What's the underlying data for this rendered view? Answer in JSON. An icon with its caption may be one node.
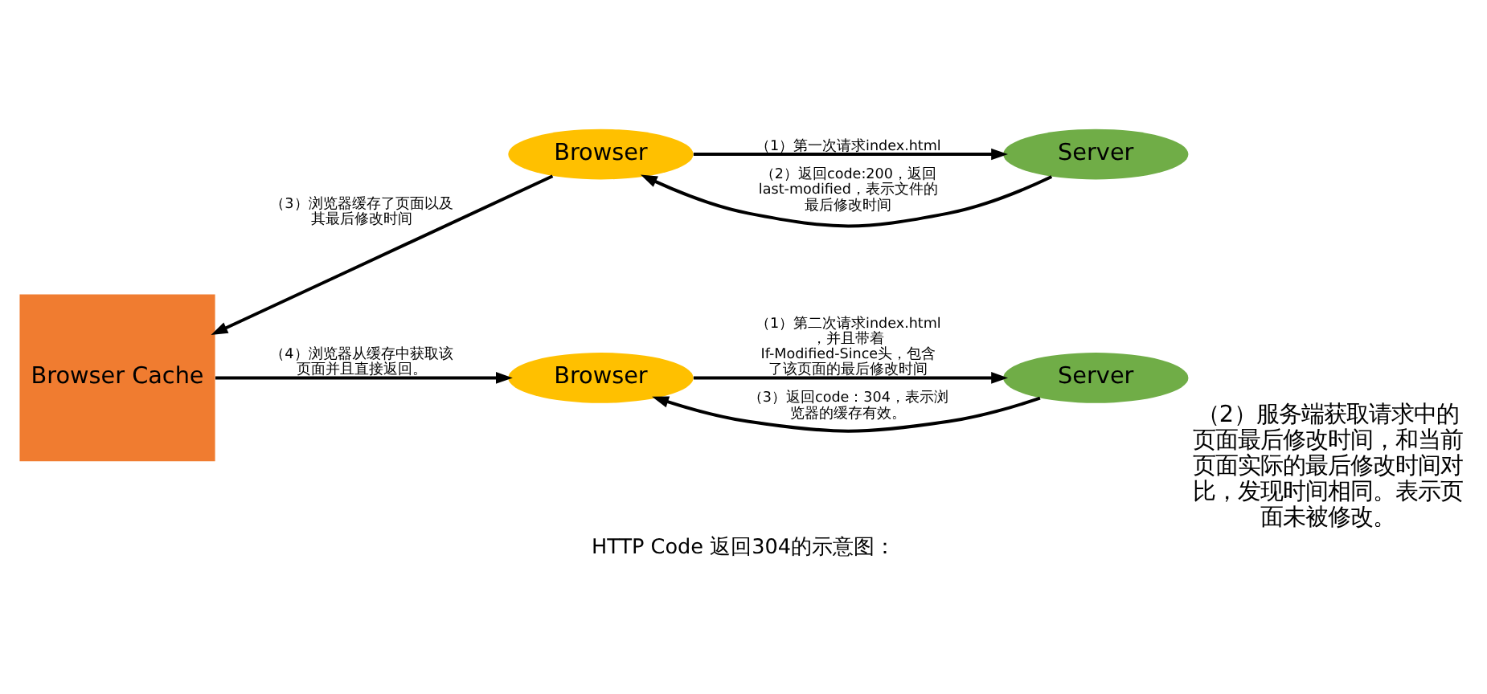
{
  "diagram": {
    "title": "HTTP Code 返回304的示意图：",
    "nodes": [
      {
        "text": [
          "Browser"
        ]
      },
      {
        "text": [
          "Server"
        ]
      },
      {
        "text": [
          "Browser Cache"
        ]
      },
      {
        "text": [
          "Browser"
        ]
      },
      {
        "text": [
          "Server"
        ],
        "beside": [
          "（2）服务端获取请求中的页面最后修改时间，和当前页面实际的最后修改时间对比，发现时间相同。表示页面未被修改。"
        ]
      }
    ],
    "edges": [
      {
        "from": 0,
        "to": 1,
        "arrow": "to",
        "label": "（1）第一次请求index.html"
      },
      {
        "from": 1,
        "to": 0,
        "arrow": "to",
        "label": "（2）返回code:200，返回last-modified，表示文件的最后修改时间"
      },
      {
        "from": 0,
        "to": 2,
        "arrow": "to",
        "label": "（3）浏览器缓存了页面以及其最后修改时间"
      },
      {
        "from": 2,
        "to": 3,
        "arrow": "to",
        "label": "（4）浏览器从缓存中获取该页面并且直接返回。"
      },
      {
        "from": 3,
        "to": 4,
        "arrow": "to",
        "label": "（1）第二次请求index.html，并且带着If-Modified-Since头，包含了该页面的最后修改时间"
      },
      {
        "from": 4,
        "to": 3,
        "arrow": "to",
        "label": "（3）返回code：304，表示浏览器的缓存有效。"
      }
    ]
  }
}
